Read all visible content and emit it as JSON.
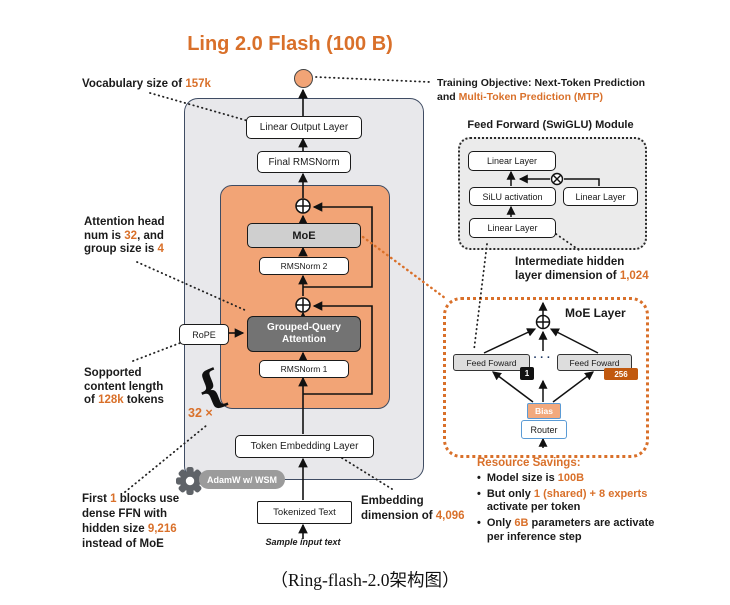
{
  "title": "Ling 2.0 Flash (100 B)",
  "caption": "（Ring-flash-2.0架构图）",
  "colors": {
    "accent": "#D9702A",
    "badge": "#C1590F",
    "salmon": "#F2A476",
    "boxfill": "#E8E8EB",
    "borderdark": "#3F4C63",
    "graynode": "#CFCFCF",
    "gqagray": "#737373",
    "pillgray": "#9B9B9B",
    "blueborder": "#5B9BD5",
    "dotsnavy": "#1F3864"
  },
  "annotations": {
    "vocab": {
      "pre": "Vocabulary size of ",
      "hl": "157k"
    },
    "training": {
      "l1": "Training Objective: Next-Token Prediction",
      "l2a": "and ",
      "l2b": "Multi-Token Prediction (MTP)"
    },
    "attention": {
      "l1": "Attention head",
      "l2a": "num is ",
      "l2b": "32",
      "l2c": ", and",
      "l3a": "group size is ",
      "l3b": "4"
    },
    "context": {
      "l1": "Sopported",
      "l2": "content length",
      "l3a": "of ",
      "l3b": "128k",
      "l3c": " tokens"
    },
    "layers_count": "32 ×",
    "dense": {
      "l1a": "First ",
      "l1b": "1",
      "l1c": " blocks use",
      "l2": "dense FFN with",
      "l3a": "hidden size ",
      "l3b": "9,216",
      "l4": "instead of MoE"
    },
    "embedding": {
      "l1": "Embedding",
      "l2a": "dimension of ",
      "l2b": "4,096"
    },
    "intermediate": {
      "l1": "Intermediate hidden",
      "l2a": "layer dimension of ",
      "l2b": "1,024"
    }
  },
  "main_stack": {
    "linear_output": "Linear Output Layer",
    "final_rmsnorm": "Final RMSNorm",
    "moe": "MoE",
    "rmsnorm2": "RMSNorm 2",
    "gqa_l1": "Grouped-Query",
    "gqa_l2": "Attention",
    "rope": "RoPE",
    "rmsnorm1": "RMSNorm 1",
    "token_embedding": "Token Embedding Layer",
    "optimizer": "AdamW w/ WSM",
    "tokenized": "Tokenized Text",
    "sample": "Sample input text"
  },
  "swiglu": {
    "title": "Feed Forward (SwiGLU) Module",
    "linear_top": "Linear Layer",
    "silu": "SiLU activation",
    "linear_right": "Linear Layer",
    "linear_bottom": "Linear Layer"
  },
  "moe_layer": {
    "title": "MoE Layer",
    "ff_left": "Feed Foward",
    "ff_right": "Feed Foward",
    "dots": "· · ·",
    "badge_first": "1",
    "badge_last": "256",
    "bias": "Bias",
    "router": "Router"
  },
  "resources": {
    "title": "Resource Savings:",
    "bullet": "•",
    "items": [
      {
        "l1a": "Model size is ",
        "l1b": "100B",
        "l1c": "",
        "l2": ""
      },
      {
        "l1a": "But only ",
        "l1b": "1 (shared) + 8 experts",
        "l1c": "",
        "l2": "activate per token"
      },
      {
        "l1a": "Only ",
        "l1b": "6B",
        "l1c": " parameters are activate",
        "l2": "per inference step"
      }
    ]
  }
}
